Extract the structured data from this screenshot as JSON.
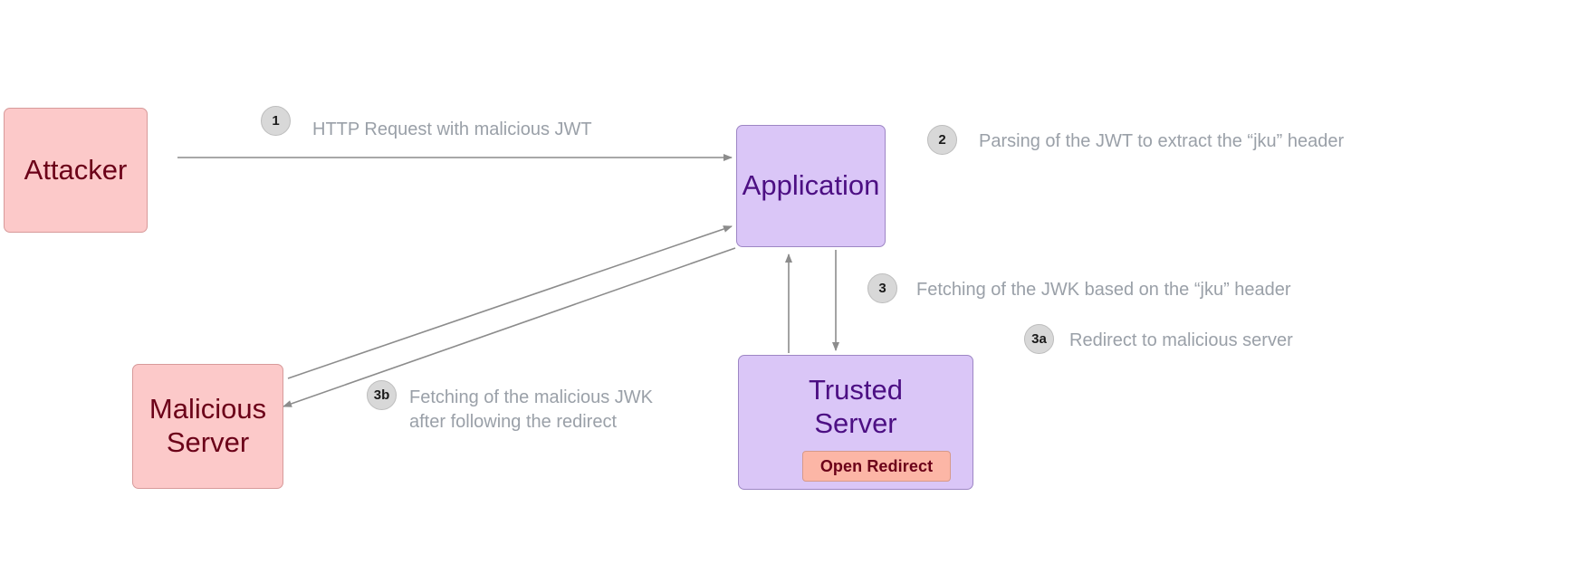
{
  "diagram": {
    "title": "JWT jku header open-redirect attack flow",
    "background": "#ffffff",
    "palette": {
      "attacker_fill": "#fcc9c9",
      "attacker_stroke": "#d79a9a",
      "attacker_text": "#6b0018",
      "server_fill": "#dac6f7",
      "server_stroke": "#9d86c4",
      "server_text": "#4c0f83",
      "badge_fill": "#fcb6a6",
      "badge_text": "#6b0018",
      "marker_fill": "#d8d8d8",
      "marker_text": "#1a1a1a",
      "label_text": "#9aa0a8",
      "arrow_stroke": "#8c8c8c"
    }
  },
  "nodes": {
    "attacker": {
      "label": "Attacker"
    },
    "malicious_server": {
      "label": "Malicious\nServer"
    },
    "application": {
      "label": "Application"
    },
    "trusted_server": {
      "label": "Trusted\nServer",
      "badge": "Open Redirect"
    }
  },
  "steps": [
    {
      "id": "1",
      "marker": "1",
      "text": "HTTP Request with malicious JWT",
      "from": "attacker",
      "to": "application"
    },
    {
      "id": "2",
      "marker": "2",
      "text": "Parsing of the JWT to extract the “jku” header",
      "from": "application",
      "to": "application"
    },
    {
      "id": "3",
      "marker": "3",
      "text": "Fetching of the JWK based on the “jku” header",
      "from": "application",
      "to": "trusted_server"
    },
    {
      "id": "3a",
      "marker": "3a",
      "text": "Redirect to malicious server",
      "from": "trusted_server",
      "to": "application"
    },
    {
      "id": "3b",
      "marker": "3b",
      "text": "Fetching of the malicious JWK\nafter following the redirect",
      "from": "application",
      "to": "malicious_server"
    }
  ]
}
